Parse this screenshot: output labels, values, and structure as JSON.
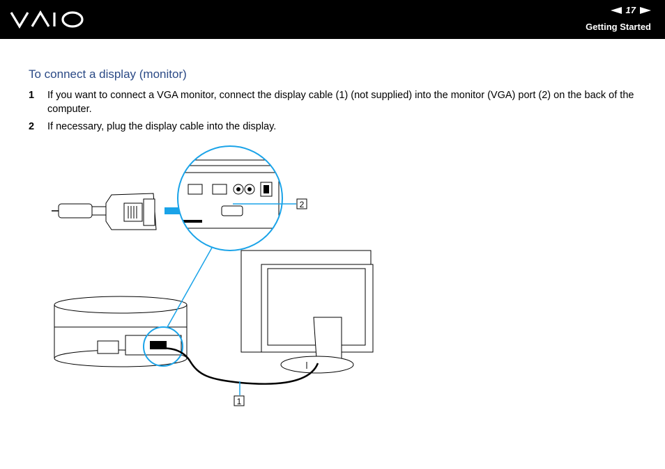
{
  "header": {
    "brand": "VAIO",
    "page_number": "17",
    "section": "Getting Started",
    "nav": {
      "prev_icon": "left-triangle-arrow",
      "next_icon": "right-triangle-arrow"
    }
  },
  "content": {
    "title": "To connect a display (monitor)",
    "steps": [
      {
        "num": "1",
        "text": "If you want to connect a VGA monitor, connect the display cable (1) (not supplied) into the monitor (VGA) port (2) on the back of the computer."
      },
      {
        "num": "2",
        "text": "If necessary, plug the display cable into the display."
      }
    ]
  },
  "figure": {
    "callouts": [
      "1",
      "2"
    ],
    "accent_color": "#1aa3e8"
  }
}
